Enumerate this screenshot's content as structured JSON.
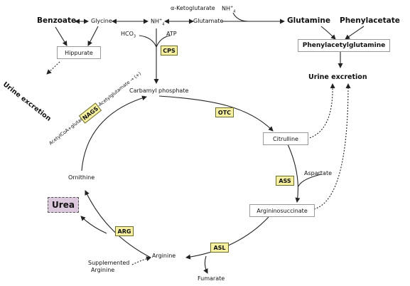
{
  "diagram": {
    "nodes": {
      "benzoate": "Benzoate",
      "glycine": "Glycine",
      "ammonia": "NH",
      "ammonia_top": "NH",
      "ammonia_charge": "+",
      "ammonia_sub": "4",
      "alpha_ketoglutarate": "α-Ketoglutarate",
      "glutamate": "Glutamate",
      "glutamine": "Glutamine",
      "phenylacetate": "Phenylacetate",
      "hippurate": "Hippurate",
      "phenylacetylglutamine": "Phenylacetylglutamine",
      "urine_excretion_left": "Urine excretion",
      "urine_excretion_right": "Urine excretion",
      "hco3": "HCO",
      "hco3_sub": "3",
      "atp": "ATP",
      "nags_reaction": "AcetylCoA+glutamate → N-Acetylglutamate → (+)",
      "carbamyl_phosphate": "Carbamyl phosphate",
      "citrulline": "Citrulline",
      "aspartate": "Aspartate",
      "argininosuccinate": "Argininosuccinate",
      "arginine": "Arginine",
      "supplemented_arginine_line1": "Supplemented",
      "supplemented_arginine_line2": "Arginine",
      "fumarate": "Fumarate",
      "ornithine": "Ornithine",
      "urea": "Urea"
    },
    "enzymes": {
      "cps": "CPS",
      "nags": "NAGS",
      "otc": "OTC",
      "ass": "ASS",
      "asl": "ASL",
      "arg": "ARG"
    },
    "colors": {
      "enzyme_fill": "#f6f0a0",
      "urea_fill": "#dcc8dc",
      "line": "#222222"
    }
  }
}
